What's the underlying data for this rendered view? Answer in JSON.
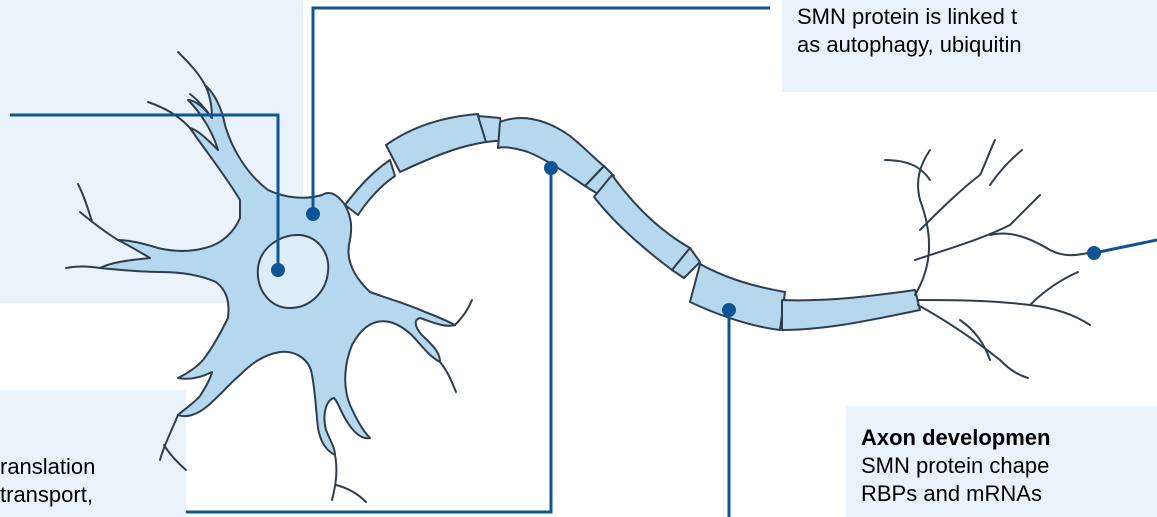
{
  "colors": {
    "cell_fill": "#b6d8ee",
    "nucleus_fill": "#dcecf8",
    "outline": "#2f3e4e",
    "leader": "#0f5596",
    "box_bg": "#eaf3fb"
  },
  "boxes": {
    "top_right": {
      "line1": "SMN protein is linked t",
      "line2": "as autophagy, ubiquitin"
    },
    "bottom_left": {
      "line1": "ranslation",
      "line2": "transport,"
    },
    "axon": {
      "title": "Axon developmen",
      "line1": "SMN protein chape",
      "line2": "RBPs and mRNAs"
    }
  }
}
